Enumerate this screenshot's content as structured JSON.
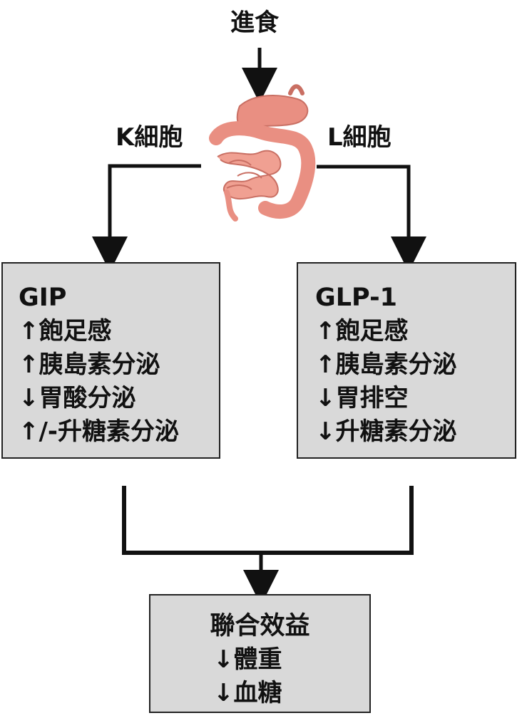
{
  "top_label": "進食",
  "left_cell_label": "K細胞",
  "right_cell_label": "L細胞",
  "gip_box": {
    "title": "GIP",
    "lines": [
      "↑飽足感",
      "↑胰島素分泌",
      "↓胃酸分泌",
      "↑/-升糖素分泌"
    ]
  },
  "glp1_box": {
    "title": "GLP-1",
    "lines": [
      "↑飽足感",
      "↑胰島素分泌",
      "↓胃排空",
      "↓升糖素分泌"
    ]
  },
  "combined_box": {
    "title": "聯合效益",
    "lines": [
      "↓體重",
      "↓血糖"
    ]
  },
  "colors": {
    "box_fill": "#d9d9d9",
    "line": "#111111",
    "organ_pink": "#e98f82",
    "organ_dark": "#c96f63"
  },
  "icons": {
    "digestive_system": "digestive-system-icon"
  }
}
